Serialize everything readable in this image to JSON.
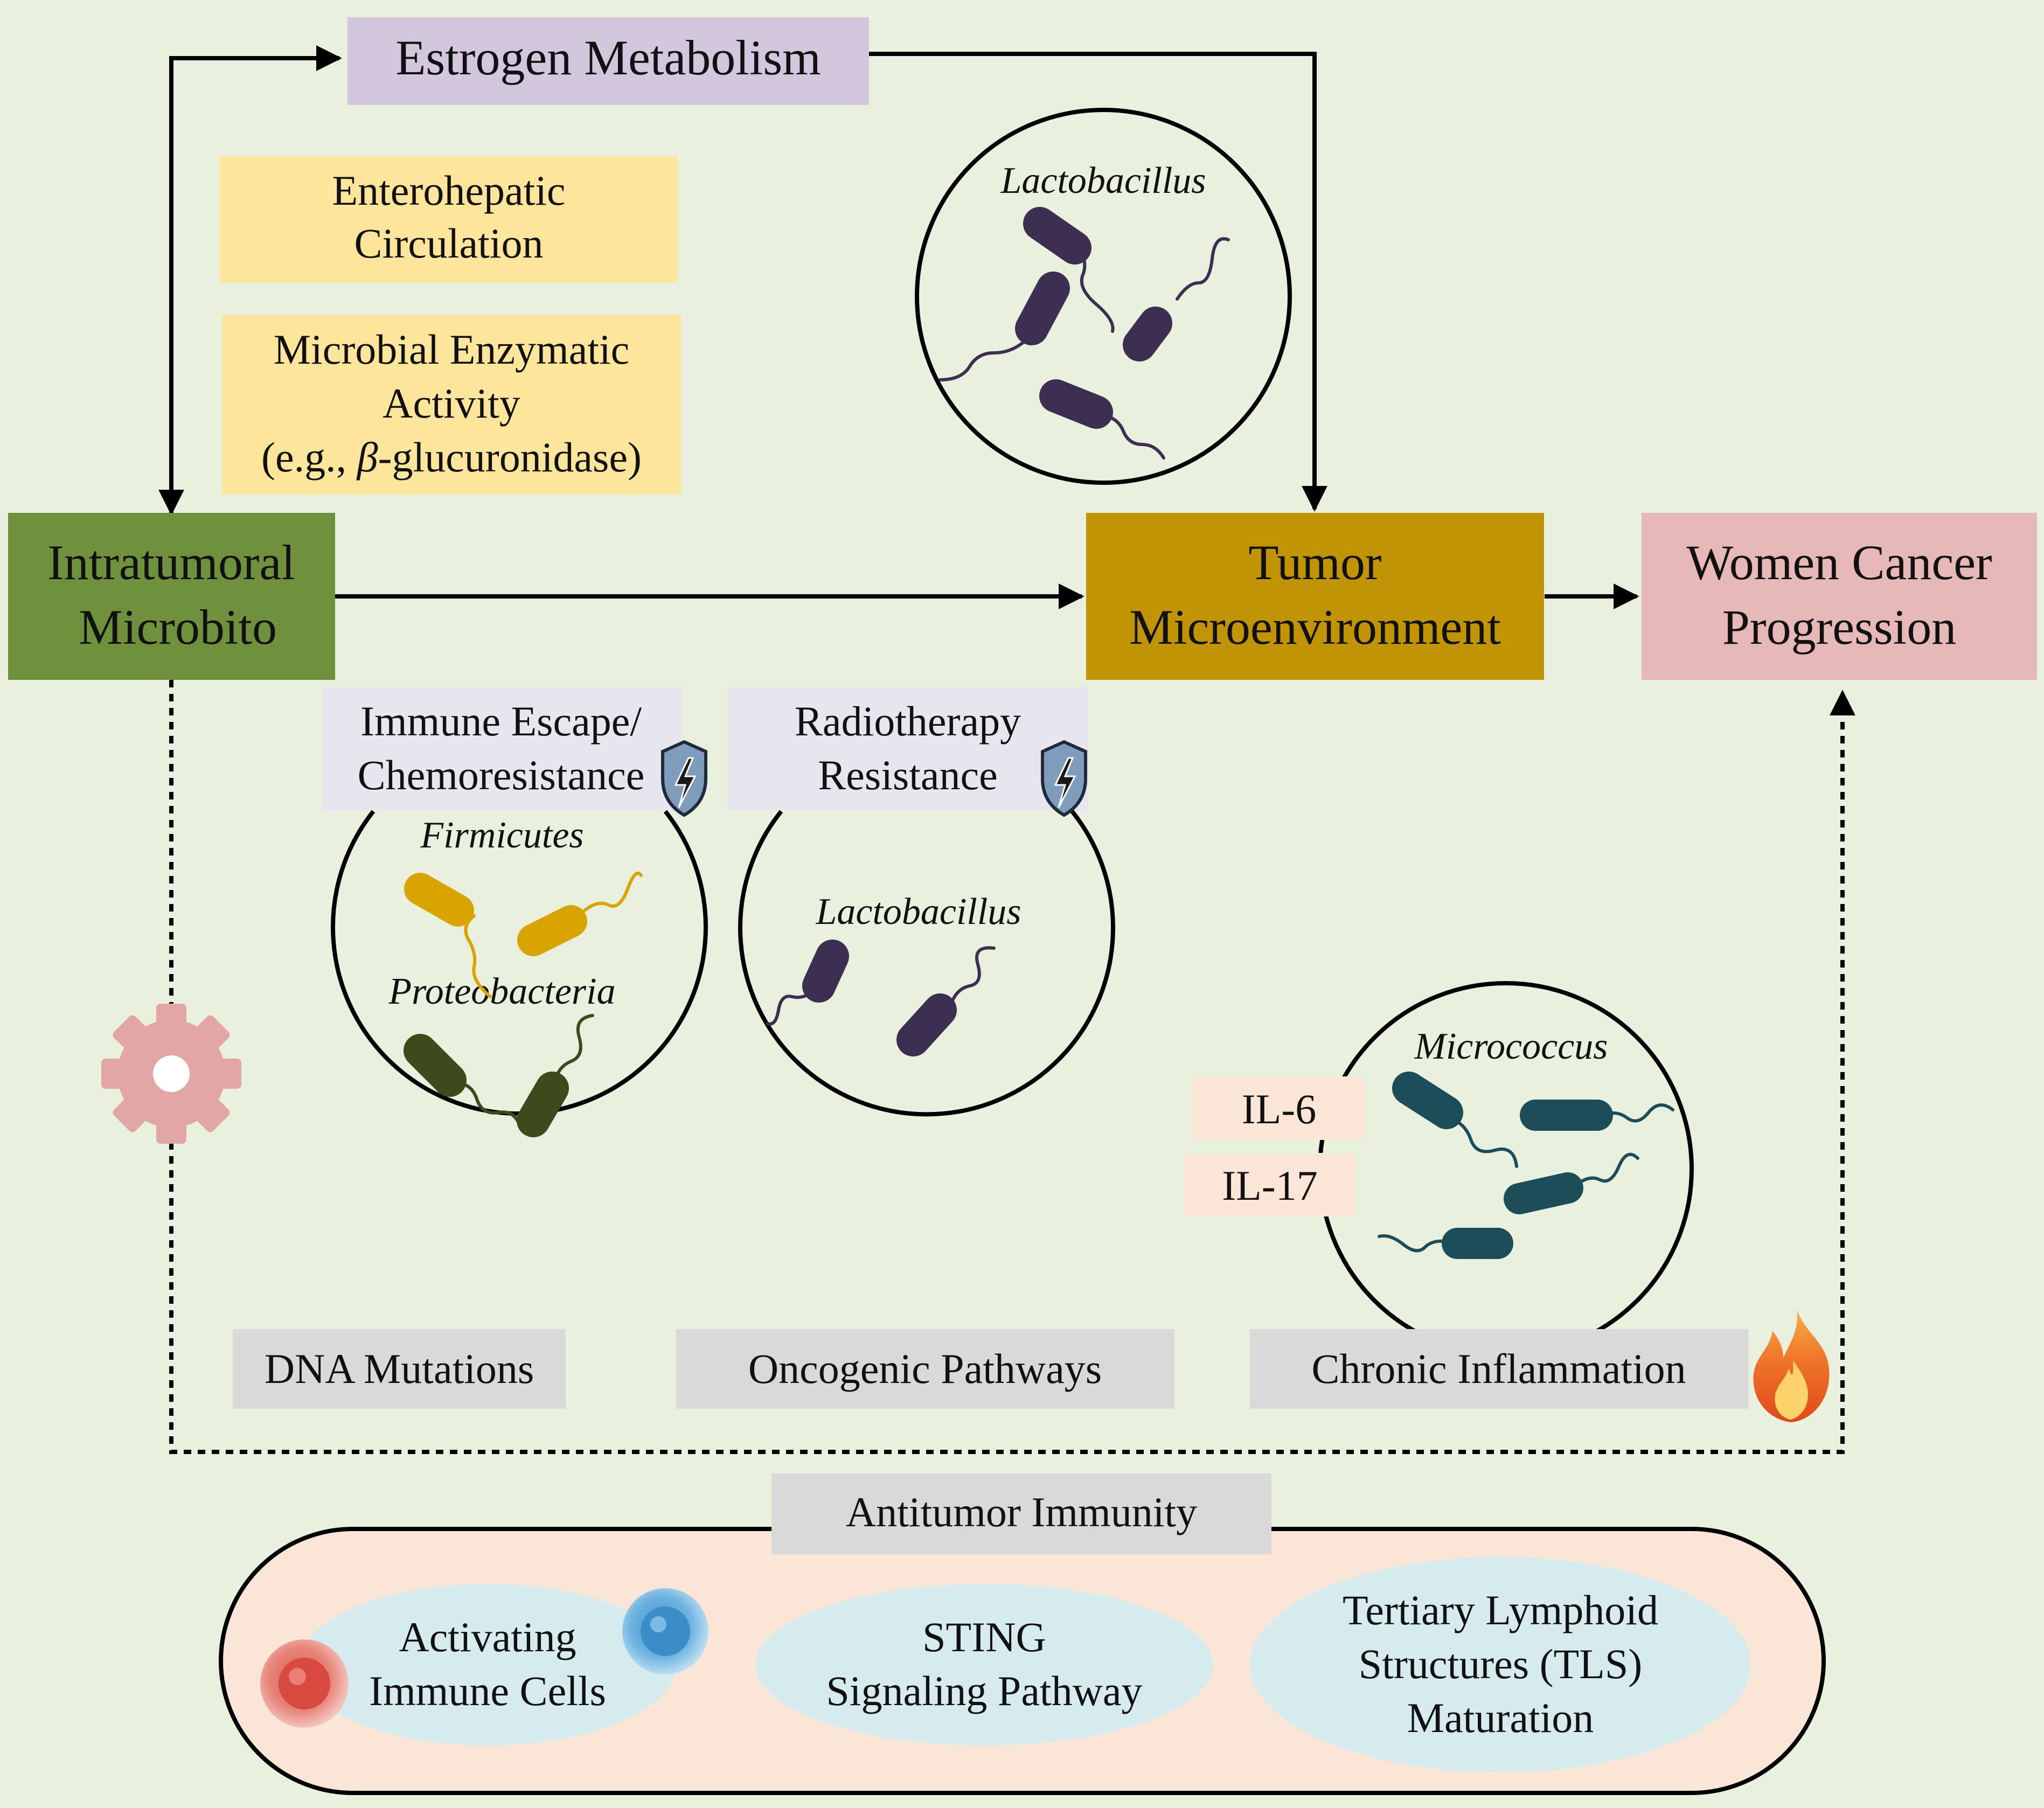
{
  "colors": {
    "background": "#e9f0de",
    "estrogen_box": "#d2c7dd",
    "yellow_box": "#fde59c",
    "intratumoral_box": "#6f913e",
    "tumor_box": "#c09405",
    "cancer_box": "#e6b8b7",
    "resistance_box": "#e7e5ee",
    "gray_box": "#d9d9d9",
    "il_box": "#fbe5d6",
    "immunity_panel": "#fbe5d6",
    "ellipse": "#d6ebee",
    "lactobacillus": "#3d2f52",
    "firmicutes": "#d9a300",
    "proteobacteria": "#3e4a1c",
    "micrococcus": "#1d4d58",
    "gear": "#e2a7a5"
  },
  "nodes": {
    "estrogen_metabolism": "Estrogen Metabolism",
    "enterohepatic_1": "Enterohepatic",
    "enterohepatic_2": "Circulation",
    "enzymatic_1": "Microbial Enzymatic",
    "enzymatic_2": "Activity",
    "enzymatic_3_pre": "(e.g., ",
    "enzymatic_3_beta": "β",
    "enzymatic_3_post": "-glucuronidase)",
    "intratumoral_1": "Intratumoral",
    "intratumoral_2": "Microbito",
    "tumor_1": "Tumor",
    "tumor_2": "Microenvironment",
    "cancer_1": "Women Cancer",
    "cancer_2": "Progression",
    "immune_escape_1": "Immune Escape/",
    "immune_escape_2": "Chemoresistance",
    "radiotherapy_1": "Radiotherapy",
    "radiotherapy_2": "Resistance",
    "il6": "IL-6",
    "il17": "IL-17",
    "dna_mutations": "DNA Mutations",
    "oncogenic_pathways": "Oncogenic Pathways",
    "chronic_inflammation": "Chronic Inflammation",
    "antitumor_immunity": "Antitumor Immunity",
    "activating_1": "Activating",
    "activating_2": "Immune Cells",
    "sting_1": "STING",
    "sting_2": "Signaling Pathway",
    "tls_1": "Tertiary Lymphoid",
    "tls_2": "Structures (TLS)",
    "tls_3": "Maturation"
  },
  "bacteria": {
    "lactobacillus_top": "Lactobacillus",
    "firmicutes": "Firmicutes",
    "proteobacteria": "Proteobacteria",
    "lactobacillus_mid": "Lactobacillus",
    "micrococcus": "Micrococcus"
  },
  "icons": {
    "shield": "shield-lightning-icon",
    "flame": "fire-icon",
    "gear": "gear-icon",
    "cells": "immune-cell-icon"
  }
}
